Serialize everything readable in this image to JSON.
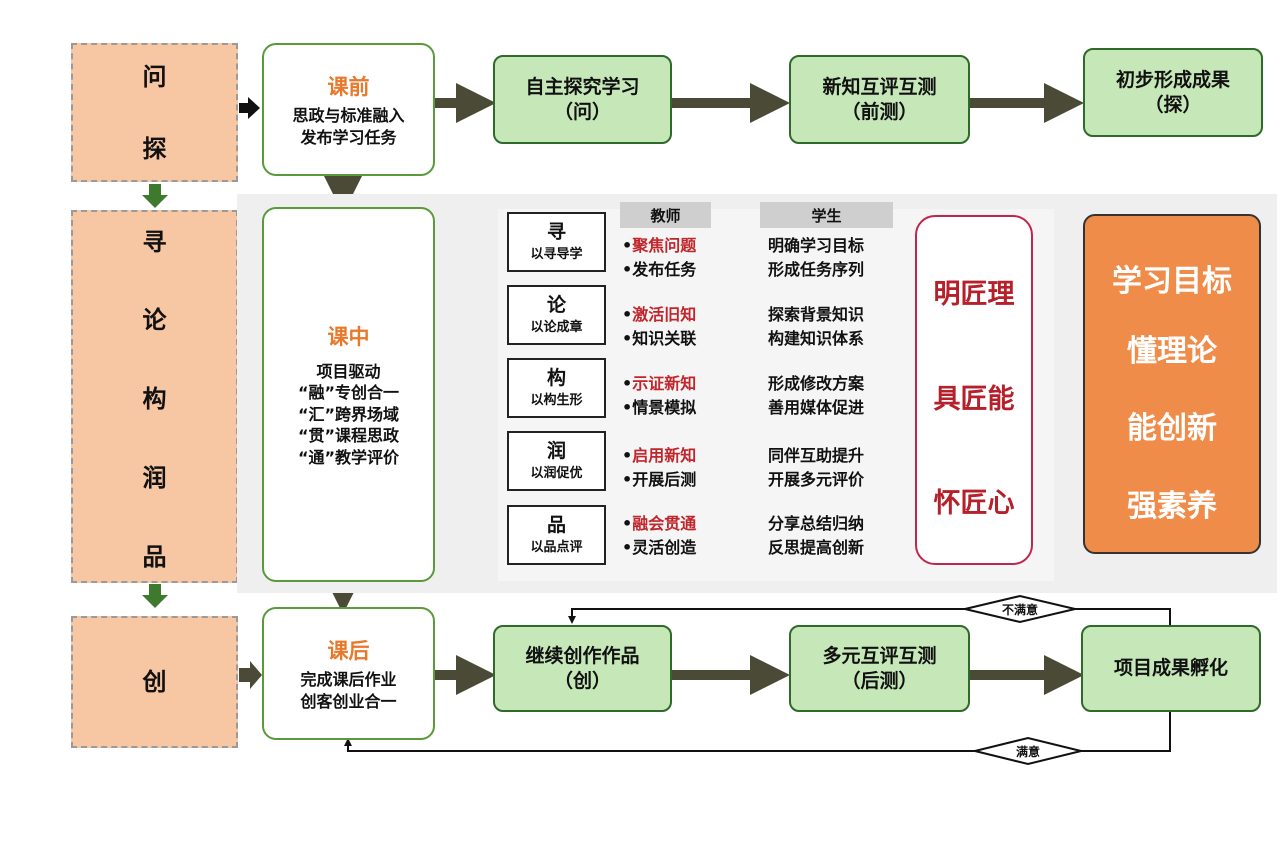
{
  "stages": {
    "top": [
      "问",
      "探"
    ],
    "middle": [
      "寻",
      "论",
      "构",
      "润",
      "品"
    ],
    "bottom": [
      "创"
    ]
  },
  "pre_class": {
    "title": "课前",
    "lines": [
      "思政与标准融入",
      "发布学习任务"
    ]
  },
  "pre_steps": [
    {
      "title": "自主探究学习",
      "sub": "（问）"
    },
    {
      "title": "新知互评互测",
      "sub": "（前测）"
    },
    {
      "title": "初步形成成果",
      "sub": "（探）"
    }
  ],
  "in_class": {
    "title": "课中",
    "lines": [
      "项目驱动",
      "“融”专创合一",
      "“汇”跨界场域",
      "“贯”课程思政",
      "“通”教学评价"
    ]
  },
  "headers": {
    "teacher": "教师",
    "student": "学生"
  },
  "mid_stages": [
    {
      "char": "寻",
      "sub": "以寻导学",
      "teacher": [
        "聚焦问题",
        "发布任务"
      ],
      "student": [
        "明确学习目标",
        "形成任务序列"
      ]
    },
    {
      "char": "论",
      "sub": "以论成章",
      "teacher": [
        "激活旧知",
        "知识关联"
      ],
      "student": [
        "探索背景知识",
        "构建知识体系"
      ]
    },
    {
      "char": "构",
      "sub": "以构生形",
      "teacher": [
        "示证新知",
        "情景模拟"
      ],
      "student": [
        "形成修改方案",
        "善用媒体促进"
      ]
    },
    {
      "char": "润",
      "sub": "以润促优",
      "teacher": [
        "启用新知",
        "开展后测"
      ],
      "student": [
        "同伴互助提升",
        "开展多元评价"
      ]
    },
    {
      "char": "品",
      "sub": "以品点评",
      "teacher": [
        "融会贯通",
        "灵活创造"
      ],
      "student": [
        "分享总结归纳",
        "反思提高创新"
      ]
    }
  ],
  "bullet": "•",
  "craftsman": [
    "明匠理",
    "具匠能",
    "怀匠心"
  ],
  "goals": [
    "学习目标",
    "懂理论",
    "能创新",
    "强素养"
  ],
  "post_class": {
    "title": "课后",
    "lines": [
      "完成课后作业",
      "创客创业合一"
    ]
  },
  "post_steps": [
    {
      "title": "继续创作作品",
      "sub": "（创）"
    },
    {
      "title": "多元互评互测",
      "sub": "（后测）"
    },
    {
      "title": "项目成果孵化",
      "sub": ""
    }
  ],
  "feedback": {
    "unsatisfied": "不满意",
    "satisfied": "满意"
  },
  "colors": {
    "stage_fill": "#f7c6a3",
    "phase_border": "#5a9a3a",
    "phase_title": "#e8782a",
    "step_fill": "#c6e8b9",
    "arrow_dark": "#4a4a36",
    "arrow_green": "#3d7a2e",
    "emphasis_red": "#c0262c",
    "goal_fill": "#f08c4a"
  }
}
